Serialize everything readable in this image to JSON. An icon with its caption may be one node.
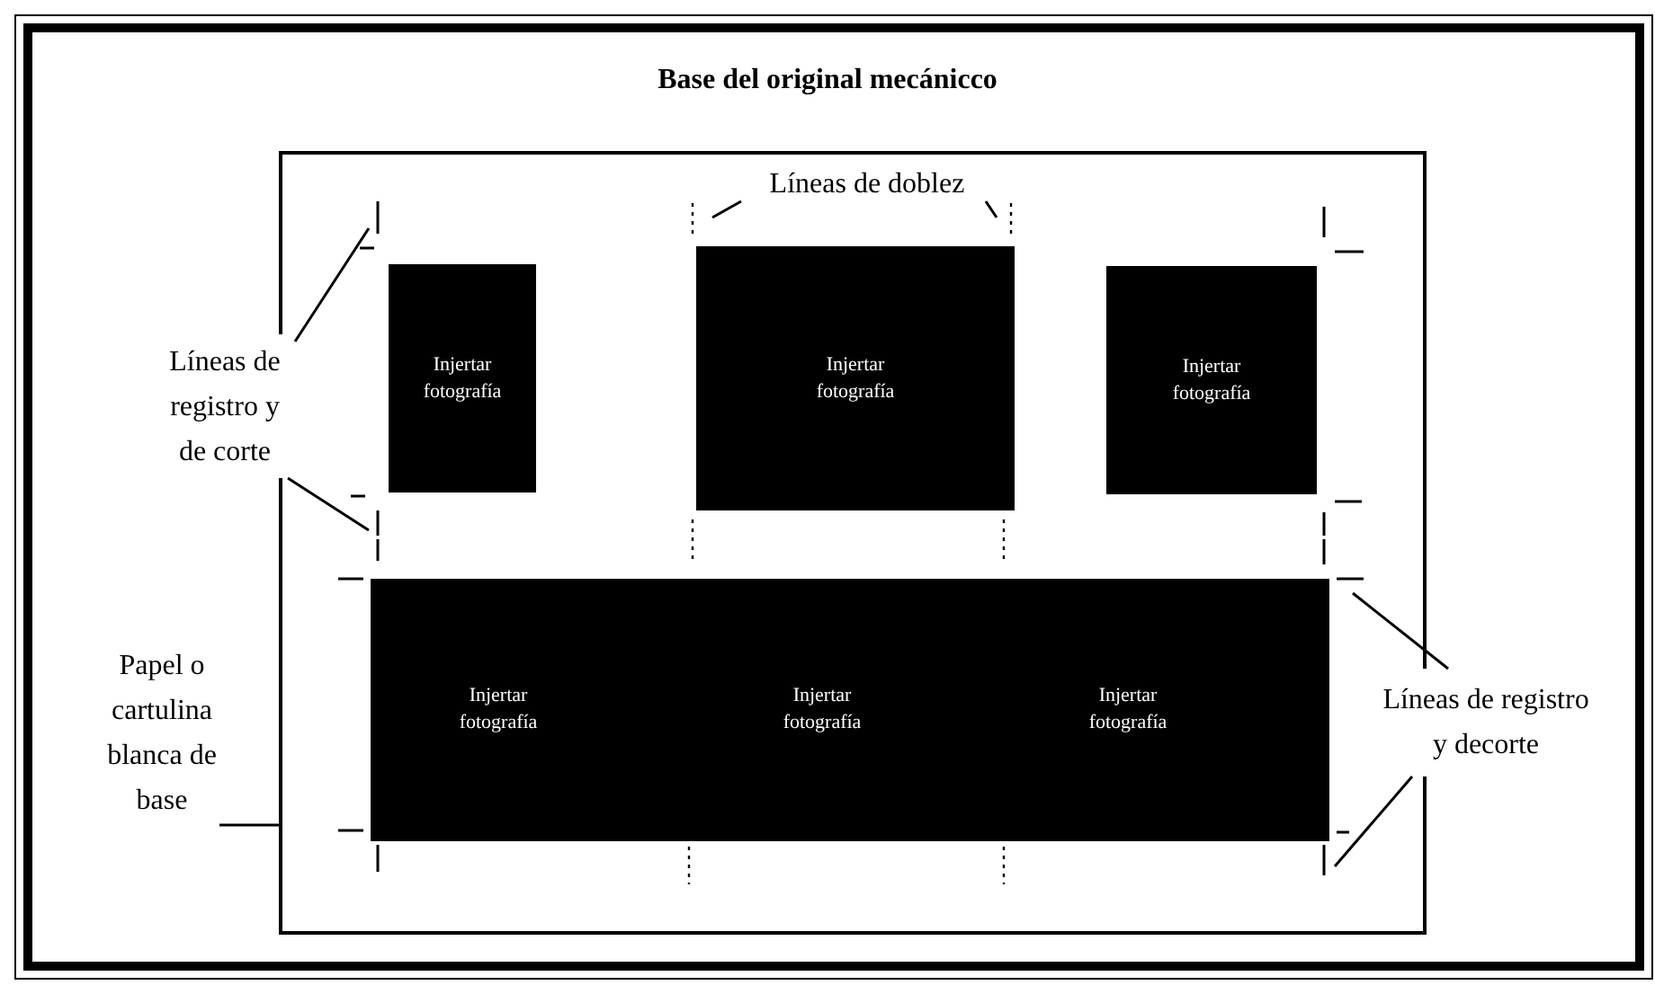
{
  "diagram": {
    "title": "Base del original mecánicco",
    "nodes": [
      {
        "text": [],
        "shape": "box"
      },
      {
        "text": [
          "Injertar fotografía"
        ],
        "in": 0
      },
      {
        "text": [
          "Injertar fotografía"
        ],
        "in": 0
      },
      {
        "text": [
          "Injertar fotografía"
        ],
        "in": 0
      },
      {
        "text": [
          "Injertar fotografía",
          "Injertar fotografía",
          "Injertar fotografía"
        ],
        "in": 0
      },
      {
        "text": [
          "Líneas de doblez"
        ],
        "in": 0
      },
      {
        "text": [
          "Líneas de registro y de corte"
        ]
      },
      {
        "text": [
          "Papel o cartulina blanca de base"
        ]
      },
      {
        "text": [
          "Líneas de registro y decorte"
        ]
      }
    ],
    "edges": [
      {
        "from": 5,
        "to": null,
        "arrow": "none"
      },
      {
        "from": 5,
        "to": null,
        "arrow": "none"
      },
      {
        "from": 6,
        "to": null,
        "arrow": "none"
      },
      {
        "from": 6,
        "to": null,
        "arrow": "none"
      },
      {
        "from": 7,
        "to": 0,
        "arrow": "none"
      },
      {
        "from": 8,
        "to": null,
        "arrow": "none"
      },
      {
        "from": 8,
        "to": null,
        "arrow": "none"
      }
    ]
  }
}
